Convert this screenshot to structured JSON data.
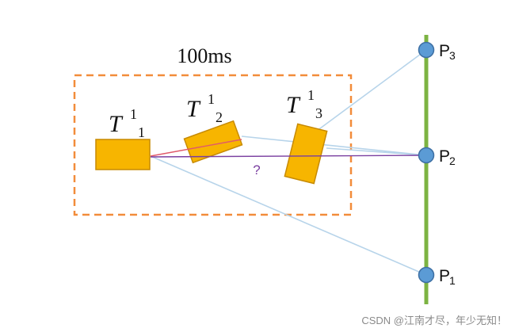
{
  "diagram": {
    "window_label": "100ms",
    "question_mark": "?",
    "poses": [
      {
        "symbol": "T",
        "sup": "1",
        "sub": "1"
      },
      {
        "symbol": "T",
        "sup": "1",
        "sub": "2"
      },
      {
        "symbol": "T",
        "sup": "1",
        "sub": "3"
      }
    ],
    "points": [
      {
        "label": "P",
        "sub": "3"
      },
      {
        "label": "P",
        "sub": "2"
      },
      {
        "label": "P",
        "sub": "1"
      }
    ],
    "colors": {
      "dashed_box": "#f28c3a",
      "pose_fill": "#f7b500",
      "pose_stroke": "#c78a00",
      "ray": "#b7d4ea",
      "ray_red": "#e05a6a",
      "ray_purple": "#7a3fa0",
      "pole": "#7cb342",
      "point_fill": "#5b9bd5",
      "point_stroke": "#3d6fa3"
    }
  },
  "watermark": "CSDN @江南才尽，年少无知！"
}
